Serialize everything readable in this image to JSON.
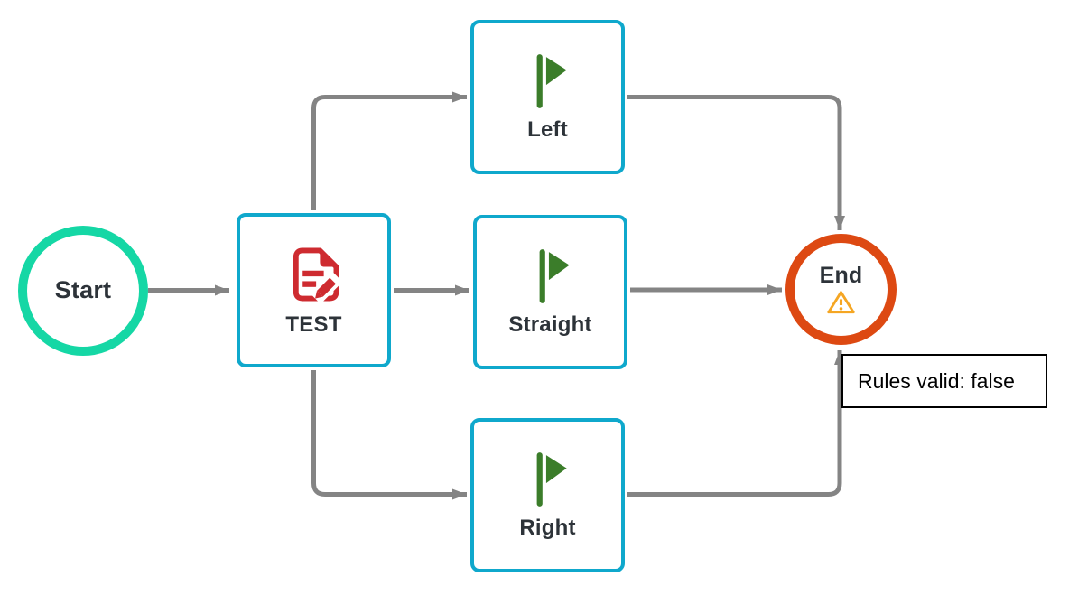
{
  "diagram": {
    "type": "flowchart",
    "background": "#ffffff",
    "edge_color": "#848484",
    "label_color": "#2d3339",
    "nodes": {
      "start": {
        "label": "Start",
        "shape": "circle",
        "border_color": "#15d7a5"
      },
      "test": {
        "label": "TEST",
        "shape": "square",
        "border_color": "#0fa8cc",
        "icon": "document-edit-icon",
        "icon_color": "#ce2b30"
      },
      "left": {
        "label": "Left",
        "shape": "square",
        "border_color": "#0fa8cc",
        "icon": "flag-icon",
        "icon_color": "#3b7d2a"
      },
      "straight": {
        "label": "Straight",
        "shape": "square",
        "border_color": "#0fa8cc",
        "icon": "flag-icon",
        "icon_color": "#3b7d2a"
      },
      "right": {
        "label": "Right",
        "shape": "square",
        "border_color": "#0fa8cc",
        "icon": "flag-icon",
        "icon_color": "#3b7d2a"
      },
      "end": {
        "label": "End",
        "shape": "circle",
        "border_color": "#dd4912",
        "icon": "warning-icon",
        "icon_color": "#f5a623"
      }
    },
    "edges": [
      {
        "from": "start",
        "to": "test"
      },
      {
        "from": "test",
        "to": "left"
      },
      {
        "from": "test",
        "to": "straight"
      },
      {
        "from": "test",
        "to": "right"
      },
      {
        "from": "left",
        "to": "end"
      },
      {
        "from": "straight",
        "to": "end"
      },
      {
        "from": "right",
        "to": "end"
      }
    ],
    "annotation": {
      "text": "Rules valid: false",
      "border_color": "#000000",
      "background": "#ffffff"
    }
  }
}
